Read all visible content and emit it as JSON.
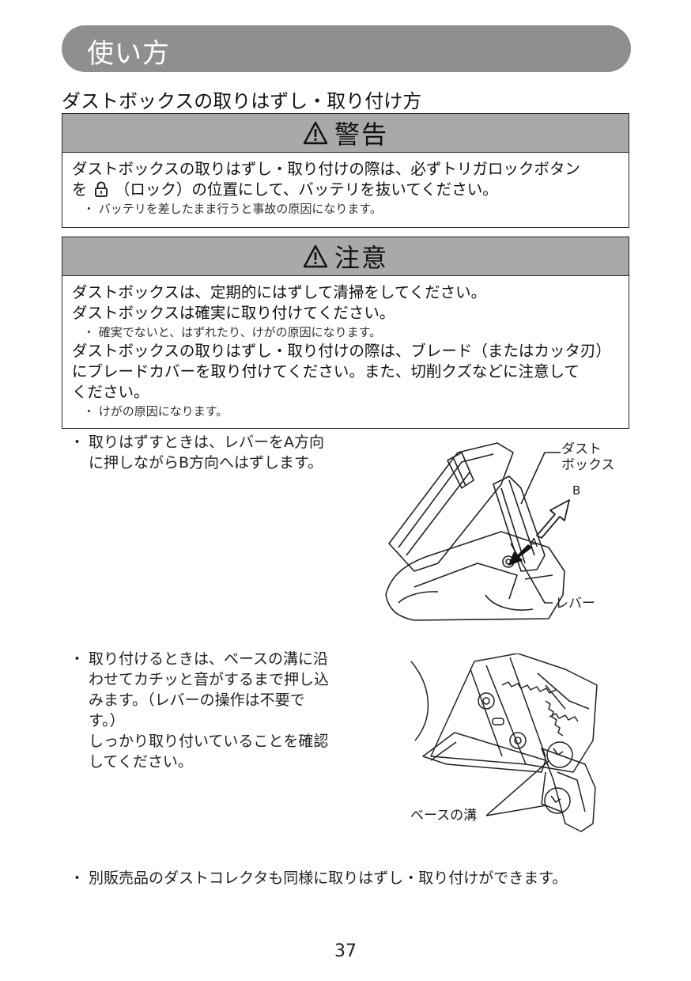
{
  "header": {
    "title": "使い方"
  },
  "section": {
    "title": "ダストボックスの取りはずし・取り付け方"
  },
  "warning": {
    "heading": "警告",
    "line1": "ダストボックスの取りはずし・取り付けの際は、必ずトリガロックボタン",
    "line2_prefix": "を",
    "line2_suffix": "（ロック）の位置にして、バッテリを抜いてください。",
    "note": "・ バッテリを差したまま行うと事故の原因になります。"
  },
  "caution": {
    "heading": "注意",
    "line1": "ダストボックスは、定期的にはずして清掃をしてください。",
    "line2": "ダストボックスは確実に取り付けてください。",
    "note1": "・ 確実でないと、はずれたり、けがの原因になります。",
    "line3": "ダストボックスの取りはずし・取り付けの際は、ブレード（またはカッタ刃）",
    "line4": "にブレードカバーを取り付けてください。また、切削クズなどに注意して",
    "line5": "ください。",
    "note2": "・ けがの原因になります。"
  },
  "steps": {
    "bullet": "・",
    "remove": {
      "line1": "取りはずすときは、レバーをA方向",
      "line2": "に押しながらB方向へはずします。"
    },
    "attach": {
      "line1": "取り付けるときは、ベースの溝に沿",
      "line2": "わせてカチッと音がするまで押し込",
      "line3": "みます。（レバーの操作は不要で",
      "line4": "す。）",
      "line5": "しっかり取り付いていることを確認",
      "line6": "してください。"
    },
    "optional": "別販売品のダストコレクタも同様に取りはずし・取り付けができます。"
  },
  "figure1": {
    "label_dust1": "ダスト",
    "label_dust2": "ボックス",
    "label_b": "B",
    "label_a": "A",
    "label_lever": "レバー"
  },
  "figure2": {
    "label_groove": "ベースの溝"
  },
  "page": {
    "number": "37"
  },
  "icons": {
    "warning": "warning-triangle-icon",
    "lock": "lock-icon"
  },
  "colors": {
    "header_bg": "#8f8f8f",
    "box_head_bg": "#a9a9a9",
    "text": "#111111"
  }
}
